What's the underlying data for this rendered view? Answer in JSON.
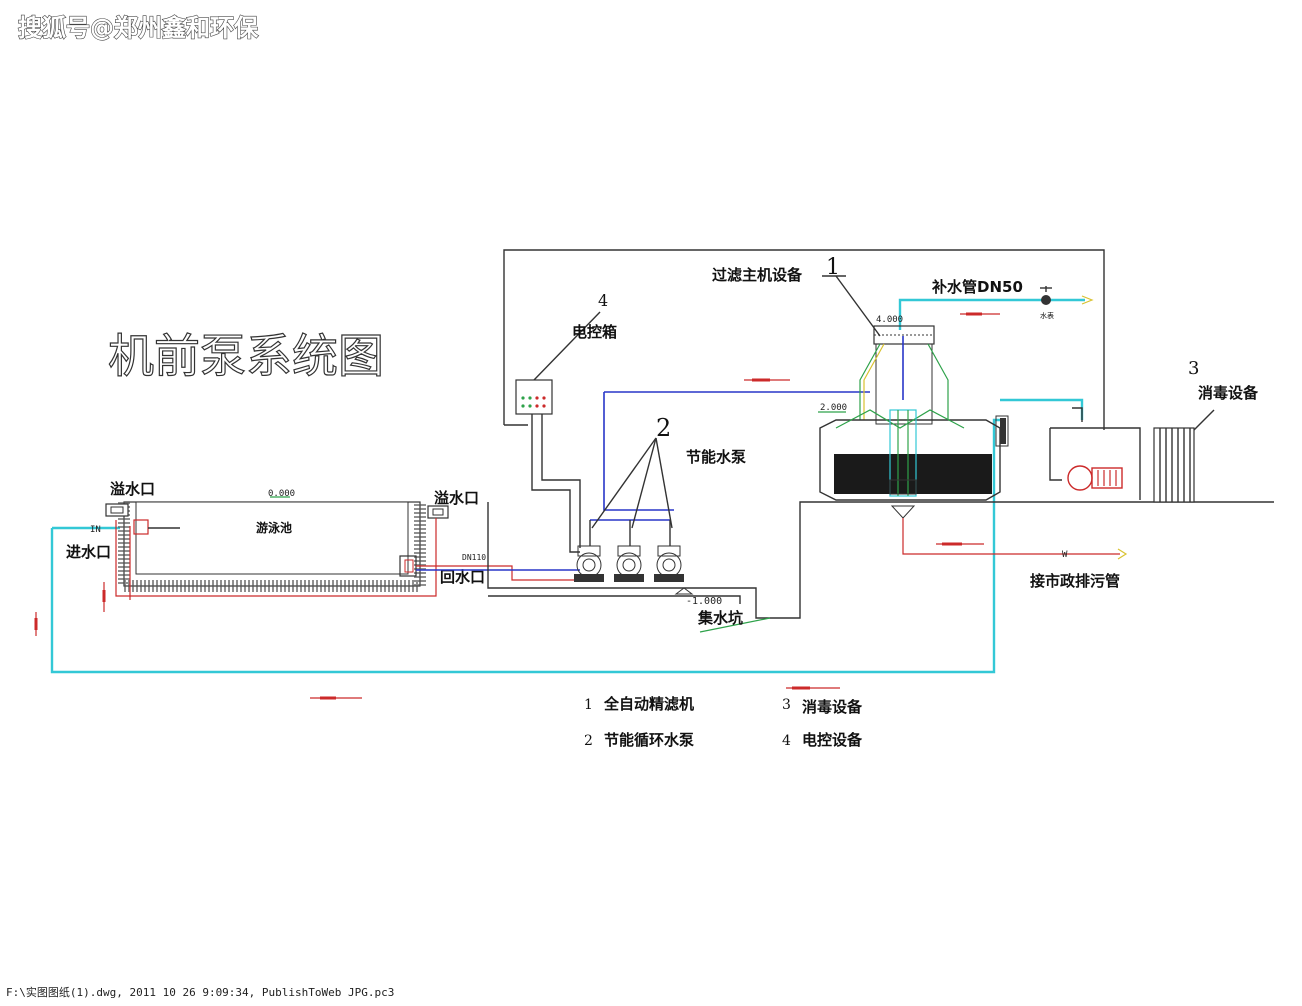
{
  "watermark": "搜狐号@郑州鑫和环保",
  "title": "机前泵系统图",
  "labels": {
    "overflow_left": "溢水口",
    "overflow_right": "溢水口",
    "inlet": "进水口",
    "in_tag": "IN",
    "pool": "游泳池",
    "pool_level": "0.000",
    "return_port": "回水口",
    "dn110": "DN110",
    "pit": "集水坑",
    "pit_level": "-1.000",
    "control_box": "电控箱",
    "control_box_num": "4",
    "pumps": "节能水泵",
    "pumps_num": "2",
    "filter": "过滤主机设备",
    "filter_num": "1",
    "makeup": "补水管DN50",
    "makeup_valve": "水表",
    "top_level": "4.000",
    "mid_level": "2.000",
    "disinfect": "消毒设备",
    "disinfect_num": "3",
    "sewer": "接市政排污管",
    "sewer_tag": "W"
  },
  "legend": [
    {
      "num": "1",
      "text": "全自动精滤机"
    },
    {
      "num": "2",
      "text": "节能循环水泵"
    },
    {
      "num": "3",
      "text": "消毒设备"
    },
    {
      "num": "4",
      "text": "电控设备"
    }
  ],
  "footer": "F:\\实图图纸(1).dwg, 2011 10 26 9:09:34, PublishToWeb JPG.pc3",
  "colors": {
    "pipe_supply": "#33c8d6",
    "pipe_return": "#cc2a2a",
    "pipe_pump": "#2836c8",
    "outline": "#333333"
  }
}
